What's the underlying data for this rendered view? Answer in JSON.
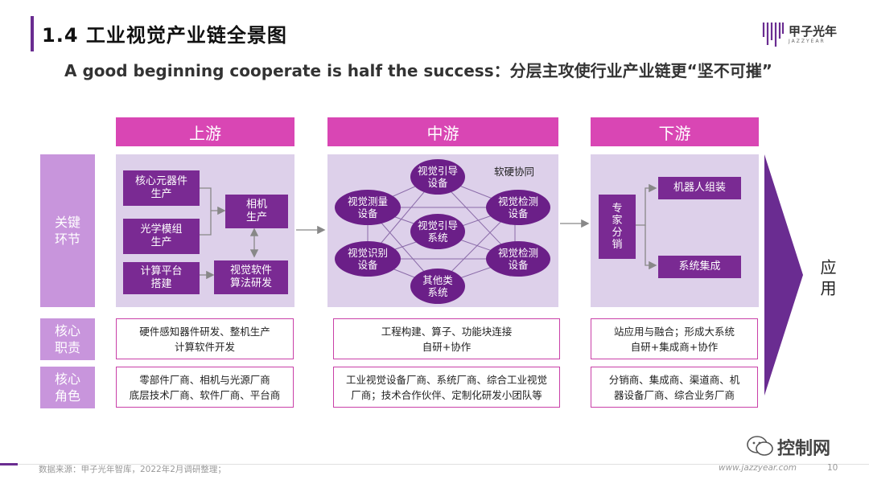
{
  "header": {
    "title": "1.4 工业视觉产业链全景图",
    "subtitle": "A good beginning cooperate is half  the success：分层主攻使行业产业链更“坚不可摧”",
    "logo_name": "甲子光年",
    "logo_sub": "JAZZYEAR"
  },
  "columns": {
    "upstream": "上游",
    "midstream": "中游",
    "downstream": "下游",
    "application": "应用"
  },
  "row_labels": {
    "key_links": "关键\n环节",
    "core_duties": "核心\n职责",
    "core_roles": "核心\n角色"
  },
  "upstream": {
    "core_components": "核心元器件\n生产",
    "optical_modules": "光学模组\n生产",
    "computing_platform": "计算平台\n搭建",
    "camera": "相机\n生产",
    "vision_software": "视觉软件\n算法研发"
  },
  "midstream": {
    "label": "软硬协同",
    "guide_device": "视觉引导\n设备",
    "measure_device": "视觉测量\n设备",
    "inspect_device_1": "视觉检测\n设备",
    "guide_system": "视觉引导\n系统",
    "identify_device": "视觉识别\n设备",
    "inspect_device_2": "视觉检测\n设备",
    "other_system": "其他类\n系统"
  },
  "downstream": {
    "expert_distribution": "专\n家\n分\n销",
    "robot_assembly": "机器人组装",
    "system_integration": "系统集成"
  },
  "duties": {
    "upstream_line1": "硬件感知器件研发、整机生产",
    "upstream_line2": "计算软件开发",
    "midstream_line1": "工程构建、算子、功能块连接",
    "midstream_line2": "自研+协作",
    "downstream_line1": "站应用与融合；形成大系统",
    "downstream_line2": "自研+集成商+协作"
  },
  "roles": {
    "upstream": "零部件厂商、相机与光源厂商\n底层技术厂商、软件厂商、平台商",
    "midstream": "工业视觉设备厂商、系统厂商、综合工业视觉\n厂商；技术合作伙伴、定制化研发小团队等",
    "downstream": "分销商、集成商、渠道商、机\n器设备厂商、综合业务厂商"
  },
  "footer": {
    "source": "数据来源：甲子光年智库，2022年2月调研整理；",
    "website": "www.jazzyear.com",
    "page": "10",
    "watermark": "控制网"
  },
  "colors": {
    "header_pink": "#d946b4",
    "panel_lavender": "#ddd0ea",
    "box_purple": "#7a2a93",
    "label_lilac": "#c895dc",
    "arrow_purple": "#6a2c91"
  }
}
